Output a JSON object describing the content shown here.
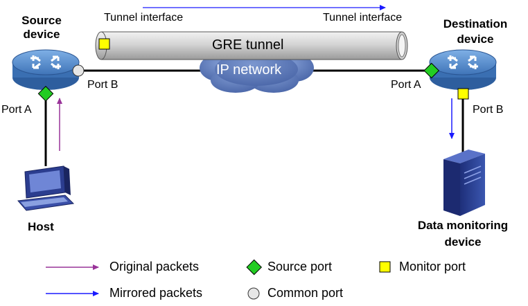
{
  "labels": {
    "source_device": "Source\ndevice",
    "destination_device": "Destination\ndevice",
    "tunnel_interface_left": "Tunnel interface",
    "tunnel_interface_right": "Tunnel interface",
    "gre_tunnel": "GRE tunnel",
    "ip_network": "IP network",
    "source_port_b": "Port B",
    "source_port_a": "Port A",
    "dest_port_a": "Port A",
    "dest_port_b": "Port B",
    "host": "Host",
    "data_monitoring_device": "Data monitoring\ndevice"
  },
  "legend": {
    "original_packets": "Original packets",
    "mirrored_packets": "Mirrored packets",
    "source_port": "Source port",
    "common_port": "Common port",
    "monitor_port": "Monitor port"
  },
  "colors": {
    "original_arrow": "#993399",
    "mirrored_arrow": "#1a1aff",
    "source_port": "#22cc22",
    "monitor_port": "#ffff00",
    "common_port": "#e6e6e6",
    "cloud": "#5a78b8",
    "device": "#4d82c4",
    "tube": "#d6d6d6"
  }
}
